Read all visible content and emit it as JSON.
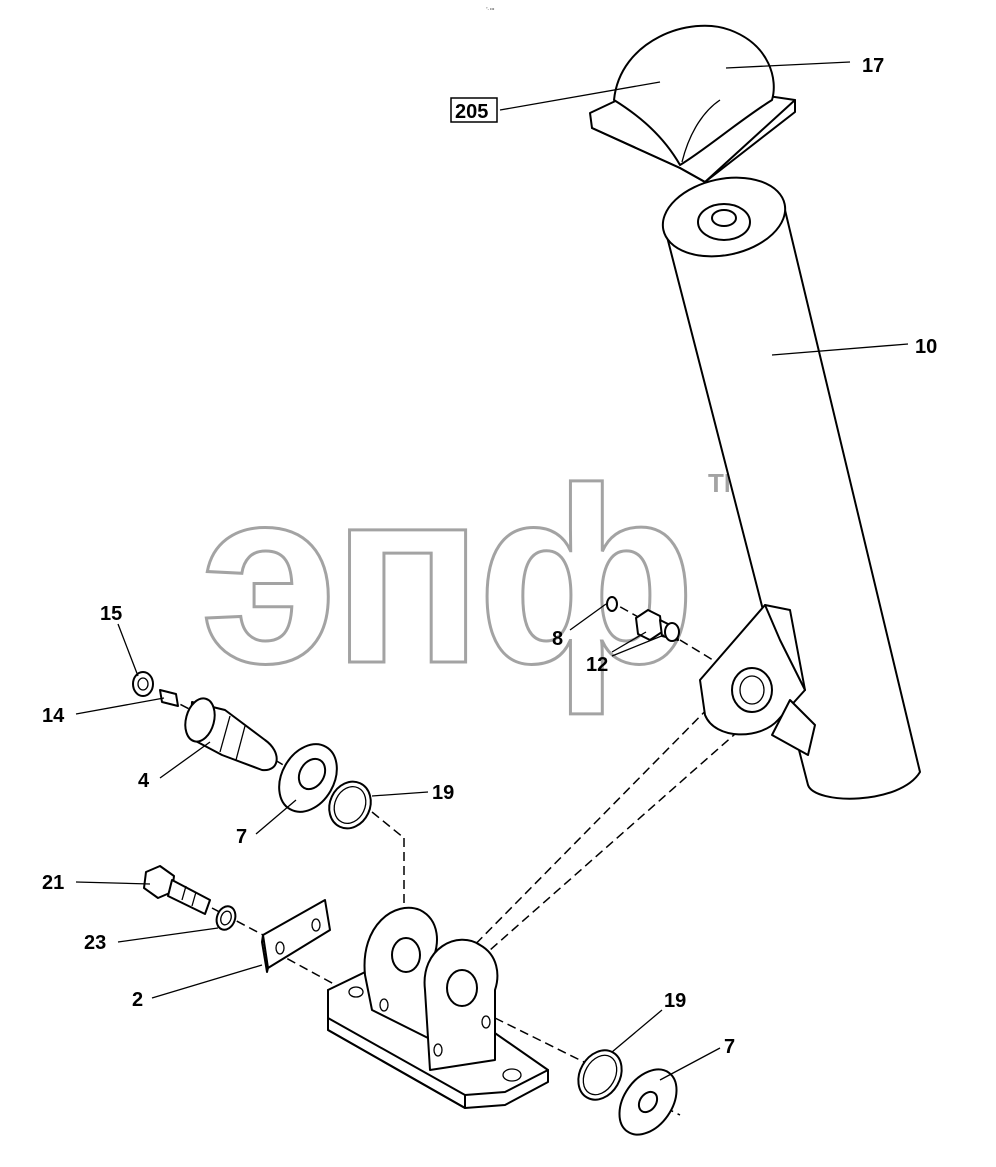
{
  "header_mark": "°‑ •••",
  "watermark": {
    "text": "эпф",
    "trademark": "TM",
    "color": "#9a9a9a"
  },
  "callouts": [
    {
      "id": "c-17",
      "text": "17"
    },
    {
      "id": "c-205",
      "text": "205",
      "boxed": true
    },
    {
      "id": "c-10",
      "text": "10"
    },
    {
      "id": "c-8",
      "text": "8"
    },
    {
      "id": "c-12",
      "text": "12"
    },
    {
      "id": "c-15",
      "text": "15"
    },
    {
      "id": "c-14",
      "text": "14"
    },
    {
      "id": "c-4",
      "text": "4"
    },
    {
      "id": "c-7a",
      "text": "7"
    },
    {
      "id": "c-19a",
      "text": "19"
    },
    {
      "id": "c-21",
      "text": "21"
    },
    {
      "id": "c-23",
      "text": "23"
    },
    {
      "id": "c-2",
      "text": "2"
    },
    {
      "id": "c-19b",
      "text": "19"
    },
    {
      "id": "c-7b",
      "text": "7"
    }
  ]
}
